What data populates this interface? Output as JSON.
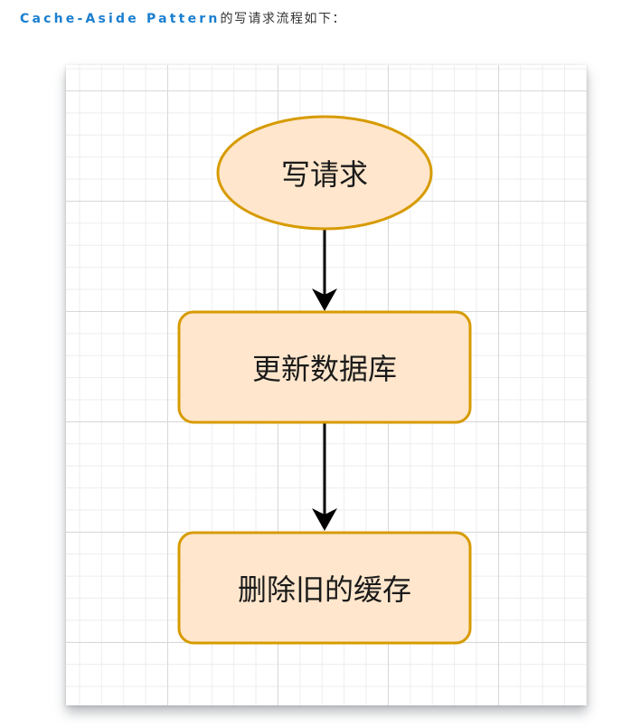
{
  "intro": {
    "term": "Cache-Aside Pattern",
    "suffix": "的写请求流程如下："
  },
  "diagram": {
    "type": "flowchart",
    "node_fill": "#ffe6cc",
    "node_stroke": "#d79b00",
    "edge_color": "#000000",
    "nodes": [
      {
        "id": "start",
        "shape": "ellipse",
        "label": "写请求"
      },
      {
        "id": "update-db",
        "shape": "rounded-rect",
        "label": "更新数据库"
      },
      {
        "id": "delete-cache",
        "shape": "rounded-rect",
        "label": "删除旧的缓存"
      }
    ],
    "edges": [
      {
        "from": "start",
        "to": "update-db"
      },
      {
        "from": "update-db",
        "to": "delete-cache"
      }
    ]
  }
}
